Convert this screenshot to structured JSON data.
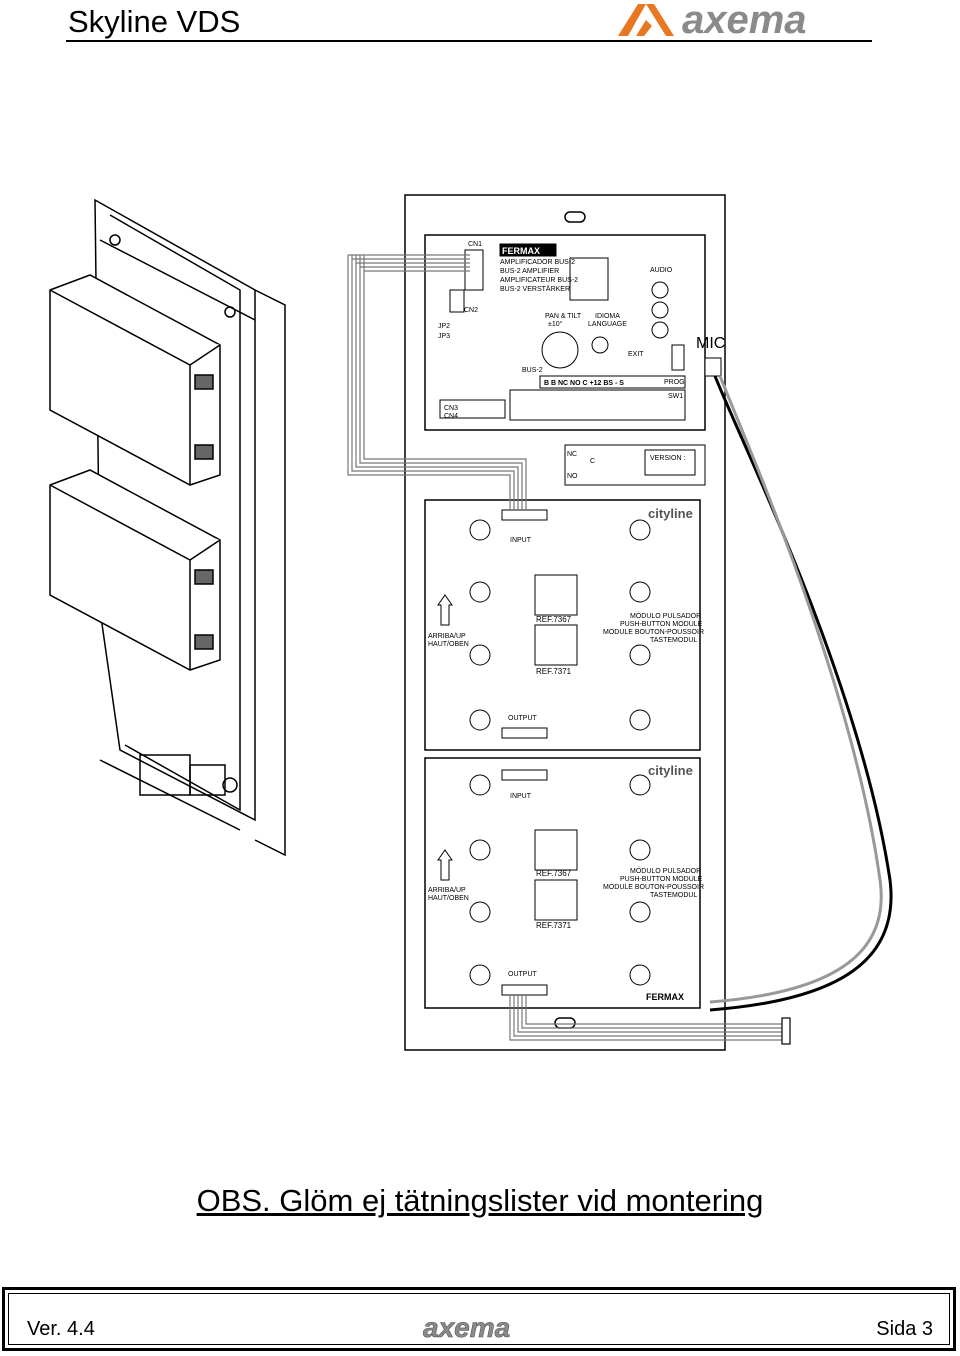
{
  "header": {
    "title": "Skyline VDS",
    "logo_text": "axema"
  },
  "diagram": {
    "labels": {
      "mic": "MIC",
      "brand_top": "FERMAX",
      "amp_lines": [
        "AMPLIFICADOR BUS-2",
        "BUS-2 AMPLIFIER",
        "AMPLIFICATEUR BUS-2",
        "BUS-2 VERSTÄRKER"
      ],
      "cn1": "CN1",
      "cn2": "CN2",
      "cn3": "CN3",
      "cn4": "CN4",
      "jp2": "JP2",
      "jp3": "JP3",
      "audio": "AUDIO",
      "pan_tilt": "PAN & TILT",
      "pan_tilt_deg": "±10°",
      "idioma": "IDIOMA",
      "language": "LANGUAGE",
      "exit": "EXIT",
      "bus2": "BUS-2",
      "prog": "PROG",
      "sw1": "SW1",
      "terminals": "B  B  NC NO C  +12 BS  -   S",
      "version": "VERSION :",
      "nc": "NC",
      "no": "NO",
      "c": "C",
      "input": "INPUT",
      "output": "OUTPUT",
      "cityline": "cityline",
      "ref1": "REF.7367",
      "ref2": "REF.7371",
      "arriba": "ARRIBA/UP",
      "haut": "HAUT/OBEN",
      "modulo": [
        "MÓDULO PULSADOR",
        "PUSH-BUTTON MODULE",
        "MODULE BOUTON-POUSSOIR",
        "TASTEMODUL"
      ],
      "brand_module": "FERMAX"
    }
  },
  "caption": "OBS. Glöm ej tätningslister vid montering",
  "footer": {
    "version": "Ver. 4.4",
    "logo_text": "axema",
    "page": "Sida 3"
  }
}
